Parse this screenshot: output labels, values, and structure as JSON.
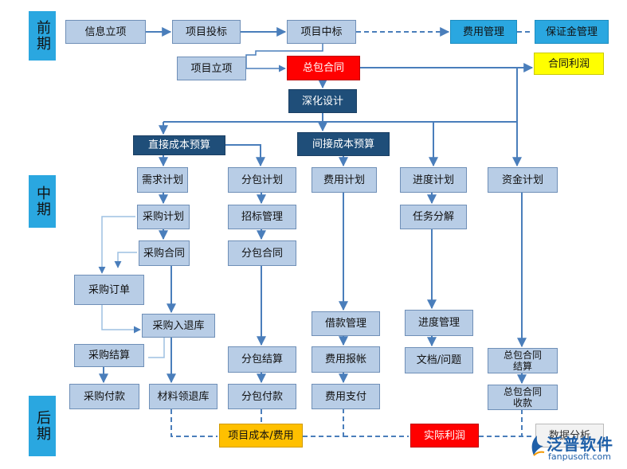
{
  "phases": {
    "early": "前期",
    "middle": "中期",
    "late": "后期"
  },
  "nodes": {
    "info_approval": "信息立项",
    "bidding": "项目投标",
    "award": "项目中标",
    "expense_mgmt": "费用管理",
    "deposit_mgmt": "保证金管理",
    "project_approval": "项目立项",
    "main_contract": "总包合同",
    "contract_profit": "合同利润",
    "detailed_design": "深化设计",
    "direct_cost_budget": "直接成本预算",
    "indirect_cost_budget": "间接成本预算",
    "demand_plan": "需求计划",
    "subcontract_plan": "分包计划",
    "expense_plan": "费用计划",
    "schedule_plan": "进度计划",
    "fund_plan": "资金计划",
    "purchase_plan": "采购计划",
    "tender_mgmt": "招标管理",
    "task_breakdown": "任务分解",
    "purchase_contract": "采购合同",
    "subcontract_contract": "分包合同",
    "purchase_order": "采购订单",
    "purchase_in_out": "采购入退库",
    "loan_mgmt": "借款管理",
    "schedule_mgmt": "进度管理",
    "purchase_settlement": "采购结算",
    "subcontract_settlement": "分包结算",
    "expense_claim": "费用报帐",
    "docs_issues": "文档/问题",
    "main_contract_settlement": "总包合同结算",
    "purchase_payment": "采购付款",
    "material_issue_return": "材料领退库",
    "subcontract_payment": "分包付款",
    "expense_payment": "费用支付",
    "main_contract_collection": "总包合同收款",
    "project_cost": "项目成本/费用",
    "actual_profit": "实际利润",
    "data_analysis": "数据分析"
  },
  "watermark": {
    "brand": "泛普软件",
    "site": "fanpusoft.com"
  },
  "colors": {
    "light_box": "#b8cde6",
    "dark_box": "#1f4e79",
    "phase_bar": "#2aa7e0",
    "highlight_red": "#ff0000",
    "highlight_yellow": "#ffff00",
    "highlight_gold": "#ffc000",
    "arrow": "#4a7ebb",
    "logo": "#1e5fa8"
  }
}
